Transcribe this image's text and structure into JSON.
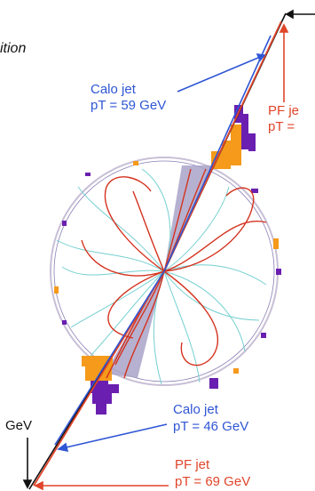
{
  "header_fragment": "ition",
  "calo_jet_top": {
    "name": "Calo jet",
    "pt": "pT = 59 GeV"
  },
  "pf_jet_top": {
    "name": "PF je",
    "pt": "pT ="
  },
  "calo_jet_bottom": {
    "name": "Calo jet",
    "pt": "pT = 46 GeV"
  },
  "pf_jet_bottom": {
    "name": "PF jet",
    "pt": "pT = 69 GeV"
  },
  "gen_fragment": "GeV",
  "colors": {
    "calo": "#2f56d4",
    "pf": "#e0452a",
    "generator": "#111111",
    "tracks_charged": "#d4321e",
    "tracks_other": "#74cfd0",
    "ecal": "#f59a1a",
    "hcal": "#6a1fb0",
    "cone": "#a9a3c8"
  }
}
